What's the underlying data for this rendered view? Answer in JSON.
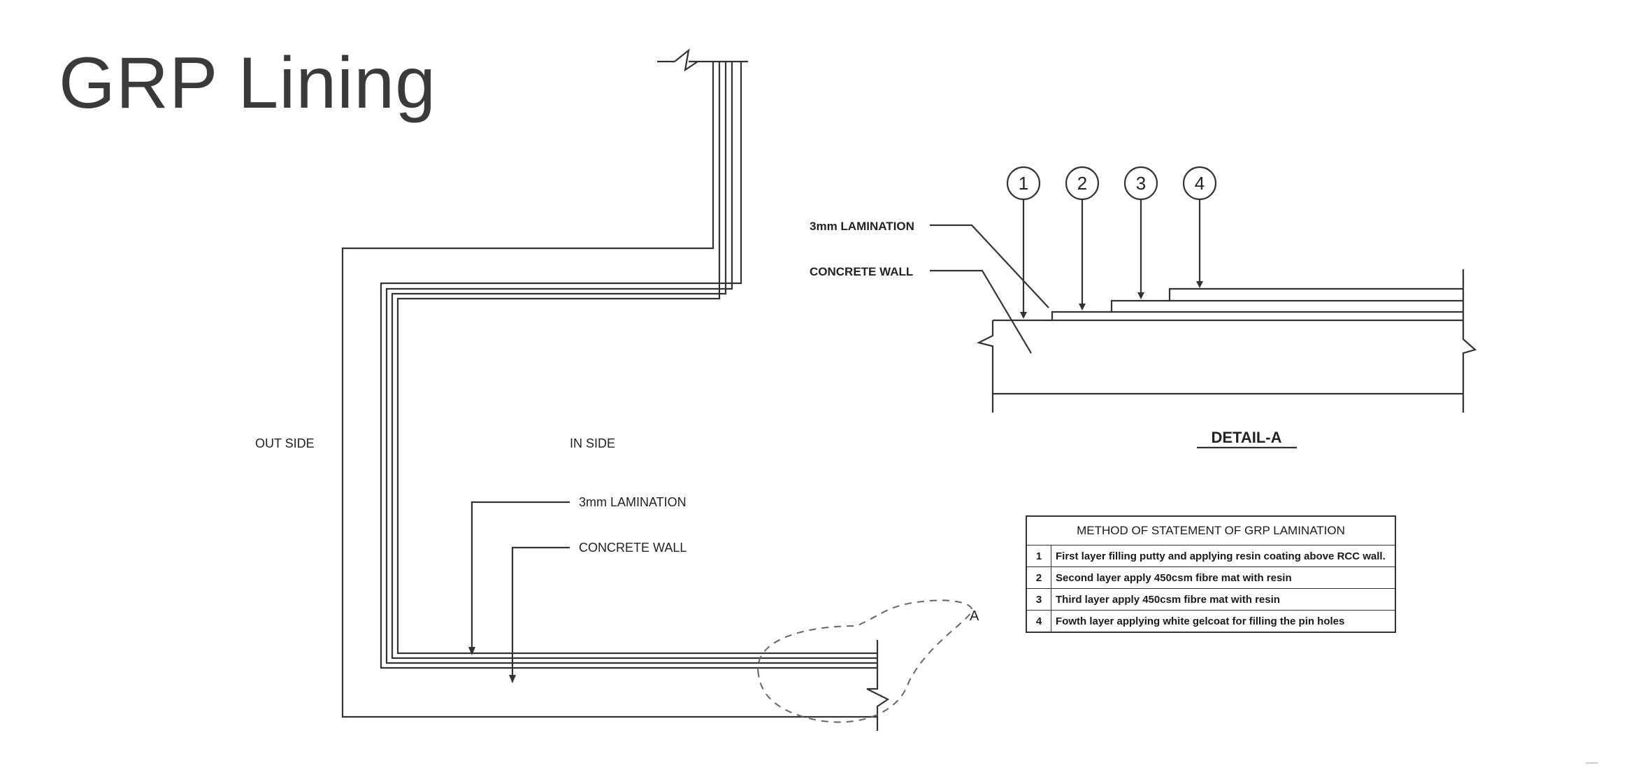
{
  "title": "GRP Lining",
  "main_view": {
    "outside_label": "OUT SIDE",
    "inside_label": "IN SIDE",
    "lamination_label": "3mm LAMINATION",
    "concrete_label": "CONCRETE WALL",
    "detail_marker": "A"
  },
  "detail": {
    "callouts": [
      "1",
      "2",
      "3",
      "4"
    ],
    "lamination_label": "3mm LAMINATION",
    "concrete_label": "CONCRETE WALL",
    "caption": "DETAIL-A"
  },
  "method_table": {
    "heading": "METHOD OF STATEMENT OF GRP LAMINATION",
    "rows": [
      {
        "no": "1",
        "text": "First layer filling putty and applying resin coating above RCC wall."
      },
      {
        "no": "2",
        "text": "Second layer apply 450csm fibre mat with resin"
      },
      {
        "no": "3",
        "text": "Third layer apply 450csm fibre mat with resin"
      },
      {
        "no": "4",
        "text": "Fowth layer applying white gelcoat for filling the pin holes"
      }
    ]
  }
}
